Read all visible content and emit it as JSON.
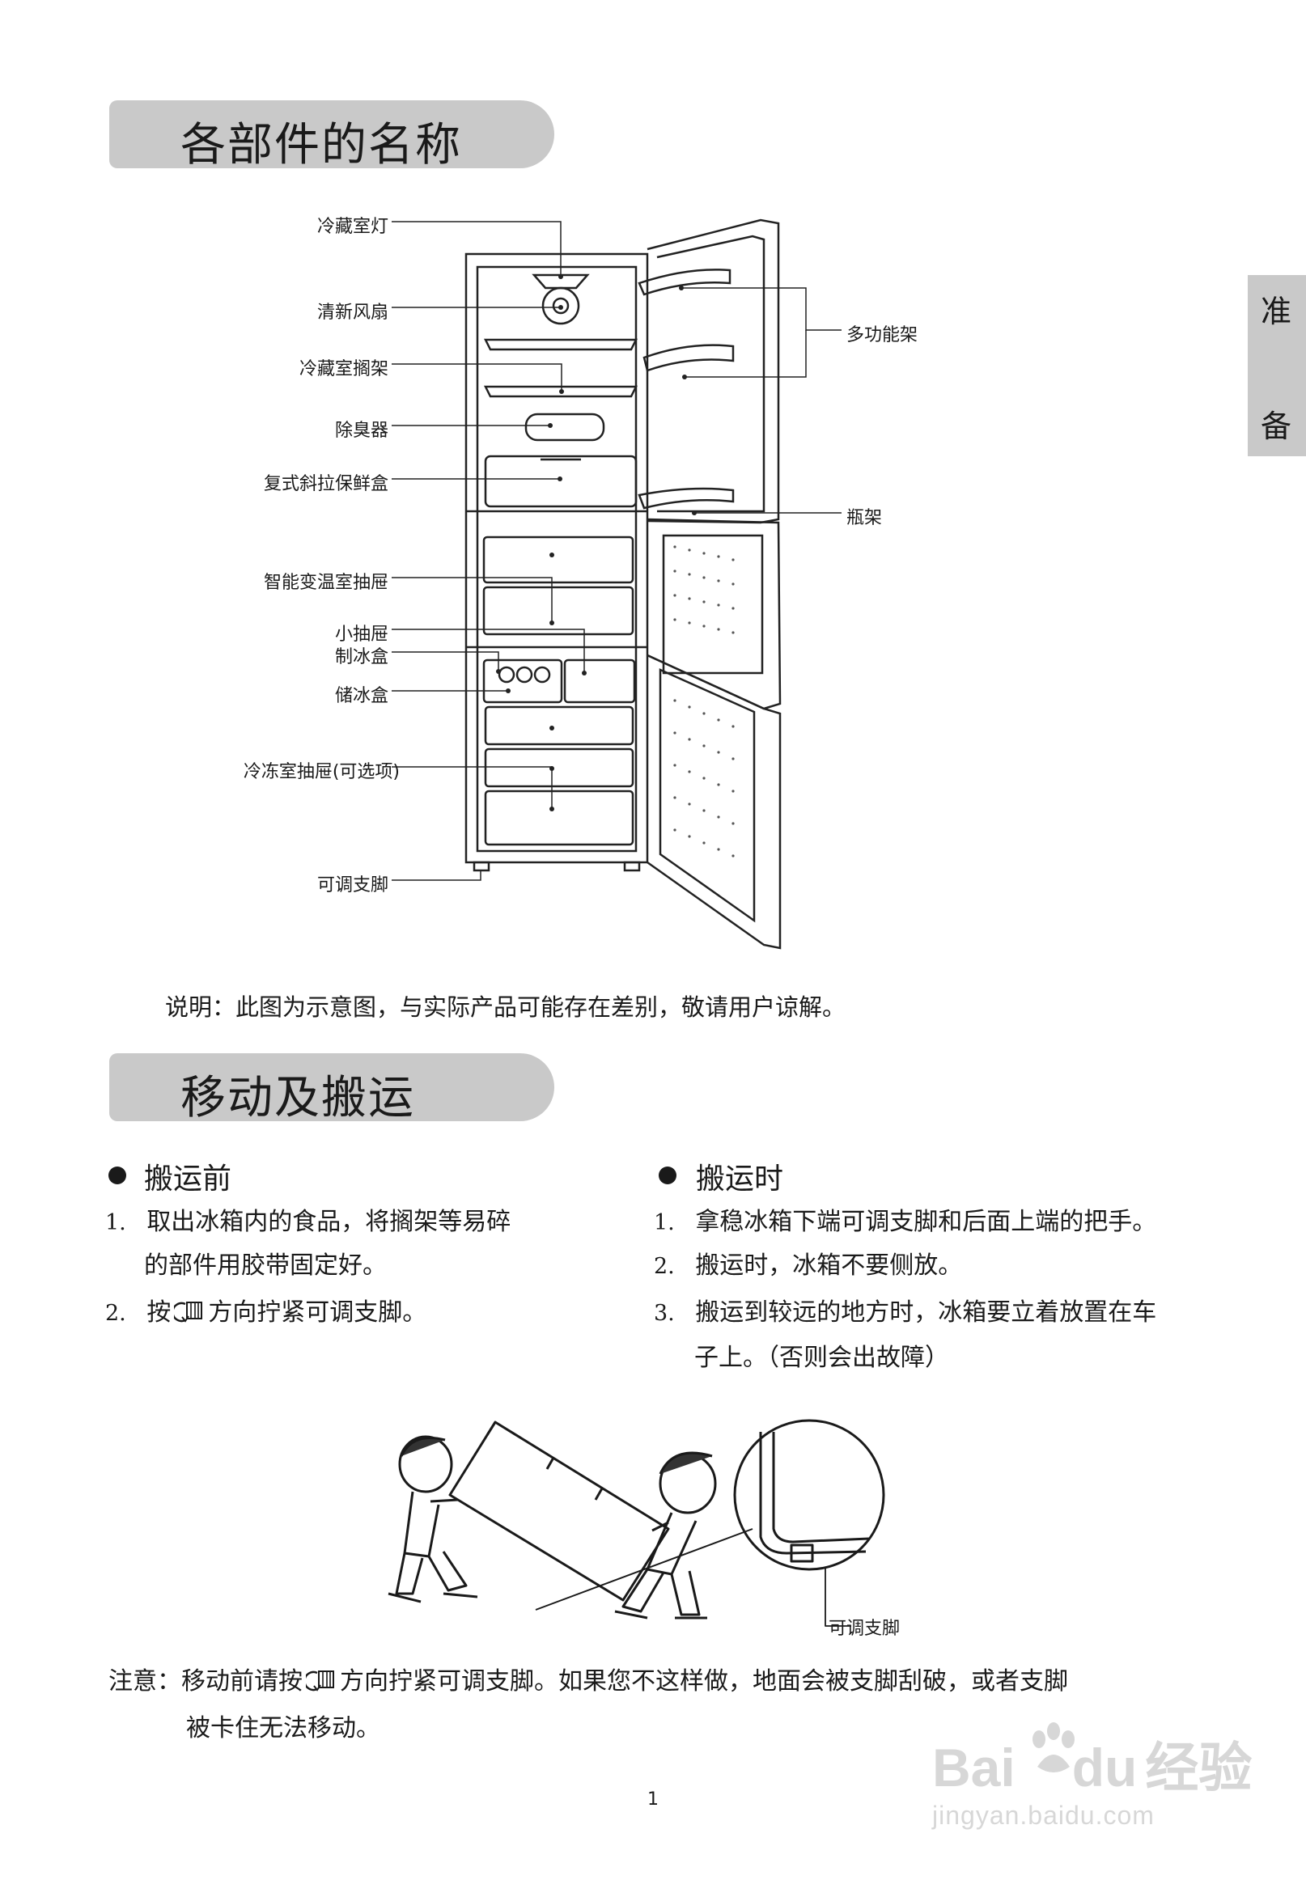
{
  "section1": {
    "title": "各部件的名称"
  },
  "side_tab": {
    "char1": "准",
    "char2": "备"
  },
  "labels_left": [
    "冷藏室灯",
    "清新风扇",
    "冷藏室搁架",
    "除臭器",
    "复式斜拉保鲜盒",
    "智能变温室抽屉",
    "小抽屉",
    "制冰盒",
    "储冰盒",
    "冷冻室抽屉(可选项)",
    "可调支脚"
  ],
  "labels_right": [
    "多功能架",
    "瓶架"
  ],
  "caption": "说明：此图为示意图，与实际产品可能存在差别，敬请用户谅解。",
  "section2": {
    "title": "移动及搬运"
  },
  "before": {
    "heading": "搬运前",
    "items": [
      {
        "num": "1.",
        "line1": "取出冰箱内的食品，将搁架等易碎",
        "line2": "的部件用胶带固定好。"
      },
      {
        "num": "2.",
        "pre": "按",
        "post": "方向拧紧可调支脚。"
      }
    ]
  },
  "during": {
    "heading": "搬运时",
    "items": [
      {
        "num": "1.",
        "line1": "拿稳冰箱下端可调支脚和后面上端的把手。"
      },
      {
        "num": "2.",
        "line1": "搬运时，冰箱不要侧放。"
      },
      {
        "num": "3.",
        "line1": "搬运到较远的地方时，冰箱要立着放置在车",
        "line2": "子上。（否则会出故障）"
      }
    ]
  },
  "illustration_label": "可调支脚",
  "notice": {
    "prefix": "注意：",
    "pre": "移动前请按",
    "post": "方向拧紧可调支脚。如果您不这样做，地面会被支脚刮破，或者支脚",
    "line2": "被卡住无法移动。"
  },
  "page_number": "1",
  "watermark": {
    "brand": "Bai",
    "brand2": "du",
    "cn": "经验",
    "url": "jingyan.baidu.com"
  }
}
